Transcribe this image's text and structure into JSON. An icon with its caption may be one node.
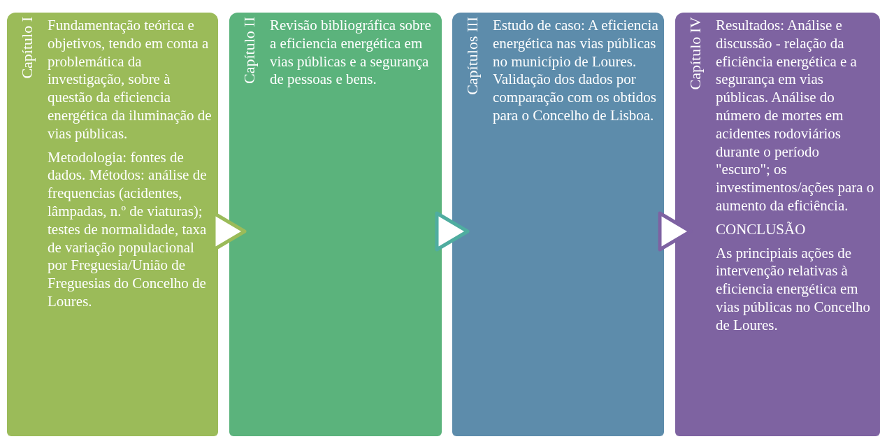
{
  "diagram": {
    "nodes": [
      {
        "text": [
          "Capítulo I",
          "Fundamentação teórica e objetivos, tendo em conta a problemática da investigação, sobre à questão da eficiencia energética da iluminação de vias públicas.",
          "Metodologia: fontes de dados. Métodos: análise de frequencias (acidentes, lâmpadas, n.º de viaturas); testes de normalidade, taxa de variação populacional por Freguesia/União de Freguesias do Concelho de Loures."
        ]
      },
      {
        "text": [
          "Capítulo II",
          "Revisão bibliográfica sobre a eficiencia energética em vias públicas e a segurança de pessoas e bens."
        ]
      },
      {
        "text": [
          "Capítulos III",
          "Estudo de caso: A eficiencia energética nas vias públicas no município de Loures. Validação dos dados por comparação com os obtidos para o Concelho de Lisboa."
        ]
      },
      {
        "text": [
          "Capítulo IV",
          "Resultados: Análise e discussão - relação da eficiência energética e a segurança em vias públicas. Análise do número de mortes em acidentes rodoviários durante o período \"escuro\"; os investimentos/ações para o aumento da eficiência.",
          "CONCLUSÃO",
          "As principiais ações de intervenção relativas à eficiencia energética em vias públicas no Concelho de Loures."
        ]
      }
    ],
    "edges": [
      {
        "from": 0,
        "to": 1,
        "arrow": "to",
        "color": "#9bbb59"
      },
      {
        "from": 1,
        "to": 2,
        "arrow": "to",
        "color": "#4fada0"
      },
      {
        "from": 2,
        "to": 3,
        "arrow": "to",
        "color": "#7e62a2"
      }
    ]
  }
}
